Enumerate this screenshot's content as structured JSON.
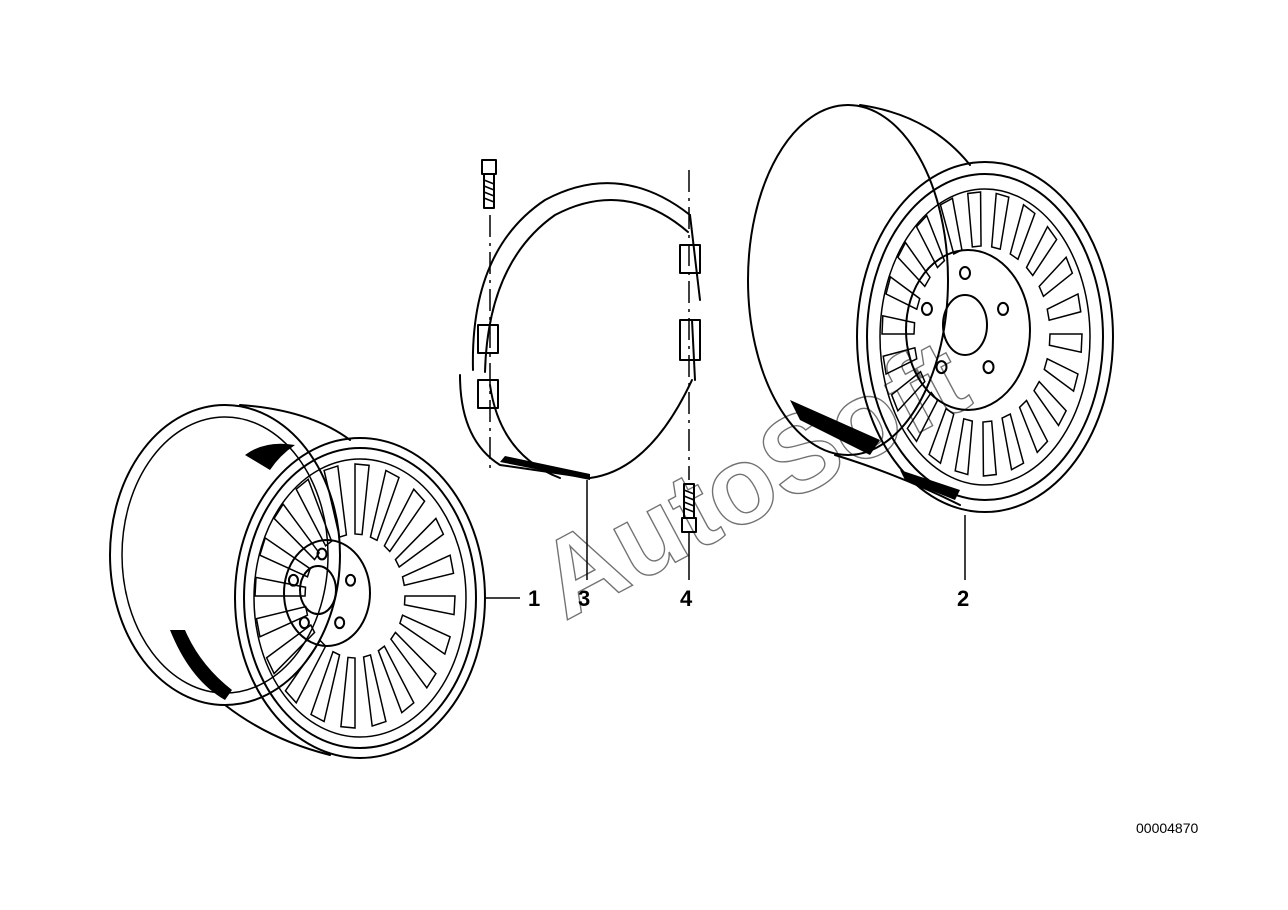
{
  "callouts": {
    "part_1": "1",
    "part_2": "2",
    "part_3": "3",
    "part_4": "4"
  },
  "reference_code": "00004870",
  "watermark": "AutoSoft"
}
